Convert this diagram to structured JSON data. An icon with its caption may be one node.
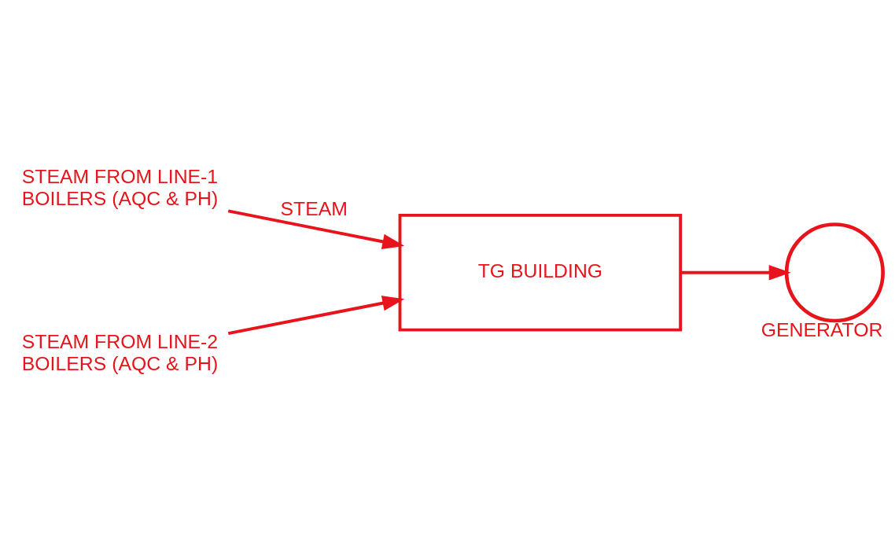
{
  "diagram": {
    "nodes": [
      {
        "text": [
          "STEAM FROM LINE-1 BOILERS (AQC & PH)"
        ]
      },
      {
        "text": [
          "STEAM FROM LINE-2 BOILERS (AQC & PH)"
        ]
      },
      {
        "text": [
          "TG BUILDING"
        ]
      },
      {
        "text": [],
        "shape": "circle",
        "beside": [
          "GENERATOR"
        ]
      }
    ],
    "edges": [
      {
        "from": 0,
        "to": 2,
        "arrow": "to",
        "label": "STEAM"
      },
      {
        "from": 1,
        "to": 2,
        "arrow": "to"
      },
      {
        "from": 2,
        "to": 3,
        "arrow": "to"
      }
    ]
  }
}
